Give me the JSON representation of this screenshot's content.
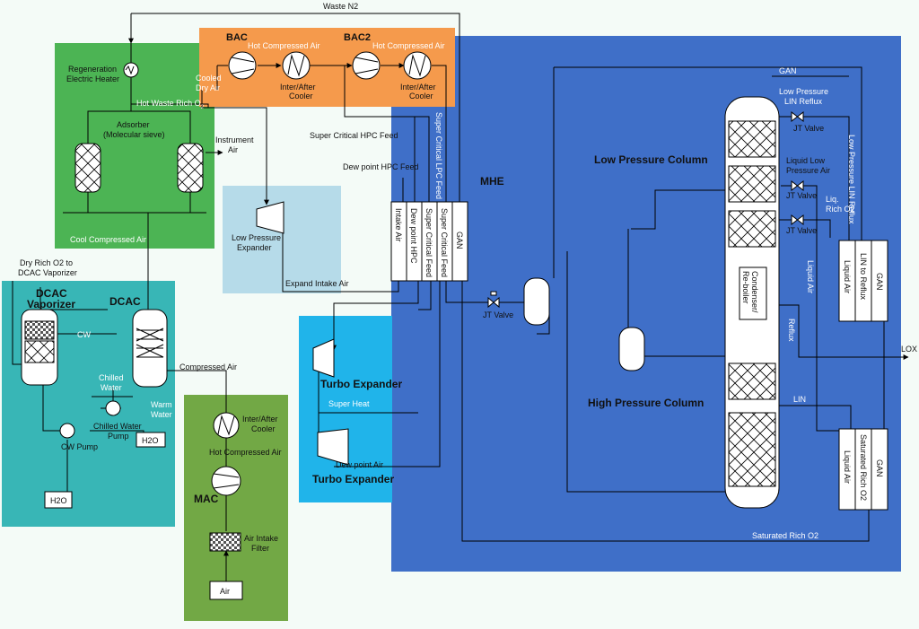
{
  "regions": {
    "bac": "BAC",
    "bac2": "BAC2",
    "mhe": "MHE",
    "dcac": "DCAC",
    "dcac_vaporizer": "DCAC\nVaporizer",
    "mac": "MAC",
    "turbo_expander_1": "Turbo Expander",
    "turbo_expander_2": "Turbo Expander"
  },
  "labels": {
    "waste_n2": "Waste N2",
    "hot_compressed_air_1": "Hot Compressed Air",
    "hot_compressed_air_2": "Hot Compressed Air",
    "hot_compressed_air_mac": "Hot Compressed Air",
    "inter_after_cooler_1": "Inter/After\nCooler",
    "inter_after_cooler_2": "Inter/After\nCooler",
    "inter_after_cooler_mac": "Inter/After\nCooler",
    "cooled_dry_air": "Cooled\nDry Air",
    "regeneration_heater": "Regeneration\nElectric Heater",
    "hot_waste_rich_o2": "Hot Waste Rich O",
    "hot_waste_rich_o2_sub": "2",
    "adsorber": "Adsorber\n(Molecular sieve)",
    "instrument_air": "Instrument\nAir",
    "cool_compressed_air": "Cool Compressed Air",
    "super_critical_hpc_feed": "Super Critical HPC Feed",
    "super_critical_lpc_feed": "Super Critical LPC Feed",
    "dew_point_hpc_feed": "Dew point HPC Feed",
    "low_pressure_expander": "Low Pressure\nExpander",
    "expand_intake_air": "Expand Intake Air",
    "dry_rich_o2": "Dry Rich O2 to\nDCAC Vaporizer",
    "cw": "CW",
    "chilled_water": "Chilled\nWater",
    "chilled_water_pump": "Chilled Water\nPump",
    "warm_water": "Warm\nWater",
    "cw_pump": "CW Pump",
    "h2o_1": "H2O",
    "h2o_2": "H2O",
    "compressed_air": "Compressed Air",
    "air_intake_filter": "Air Intake\nFilter",
    "air": "Air",
    "super_heat": "Super Heat",
    "dew_point_air": "Dew point Air",
    "mhe_streams": [
      "Intake Air",
      "Dew point HPC",
      "Super Critical Feed",
      "Super Critical Feed",
      "GAN"
    ],
    "jt_valve_main": "JT Valve",
    "low_pressure_column": "Low Pressure Column",
    "high_pressure_column": "High Pressure Column",
    "gan_top": "GAN",
    "low_pressure_lin_reflux": "Low Pressure\nLIN Reflux",
    "low_pressure_lin_reflux_vertical": "Low Pressure LIN Reflux",
    "jt_valve_1": "JT Valve",
    "liquid_low_pressure_air": "Liquid Low\nPressure Air",
    "jt_valve_2": "JT Valve",
    "jt_valve_3": "JT Valve",
    "liq_rich_o2": "Liq.\nRich O2",
    "condenser_reboiler": "Condenser/\nRe-boiler",
    "liquid_air_vertical": "Liquid Air",
    "reflux": "Reflux",
    "lox": "LOX",
    "lin": "LIN",
    "saturated_rich_o2": "Saturated Rich O2",
    "subcooler_top": [
      "Liquid Air",
      "LIN to Reflux",
      "GAN"
    ],
    "subcooler_bottom": [
      "Liquid Air",
      "Saturated Rich O2",
      "GAN"
    ]
  },
  "colors": {
    "bac_region": "#f59a4c",
    "green_region": "#4cb454",
    "mhe_region": "#3f6fc8",
    "teal_region": "#38b6b6",
    "mac_region": "#72a845",
    "expander_region": "#b6dbe9",
    "turbo_region": "#20b4ea",
    "background": "#f4fbf7"
  }
}
